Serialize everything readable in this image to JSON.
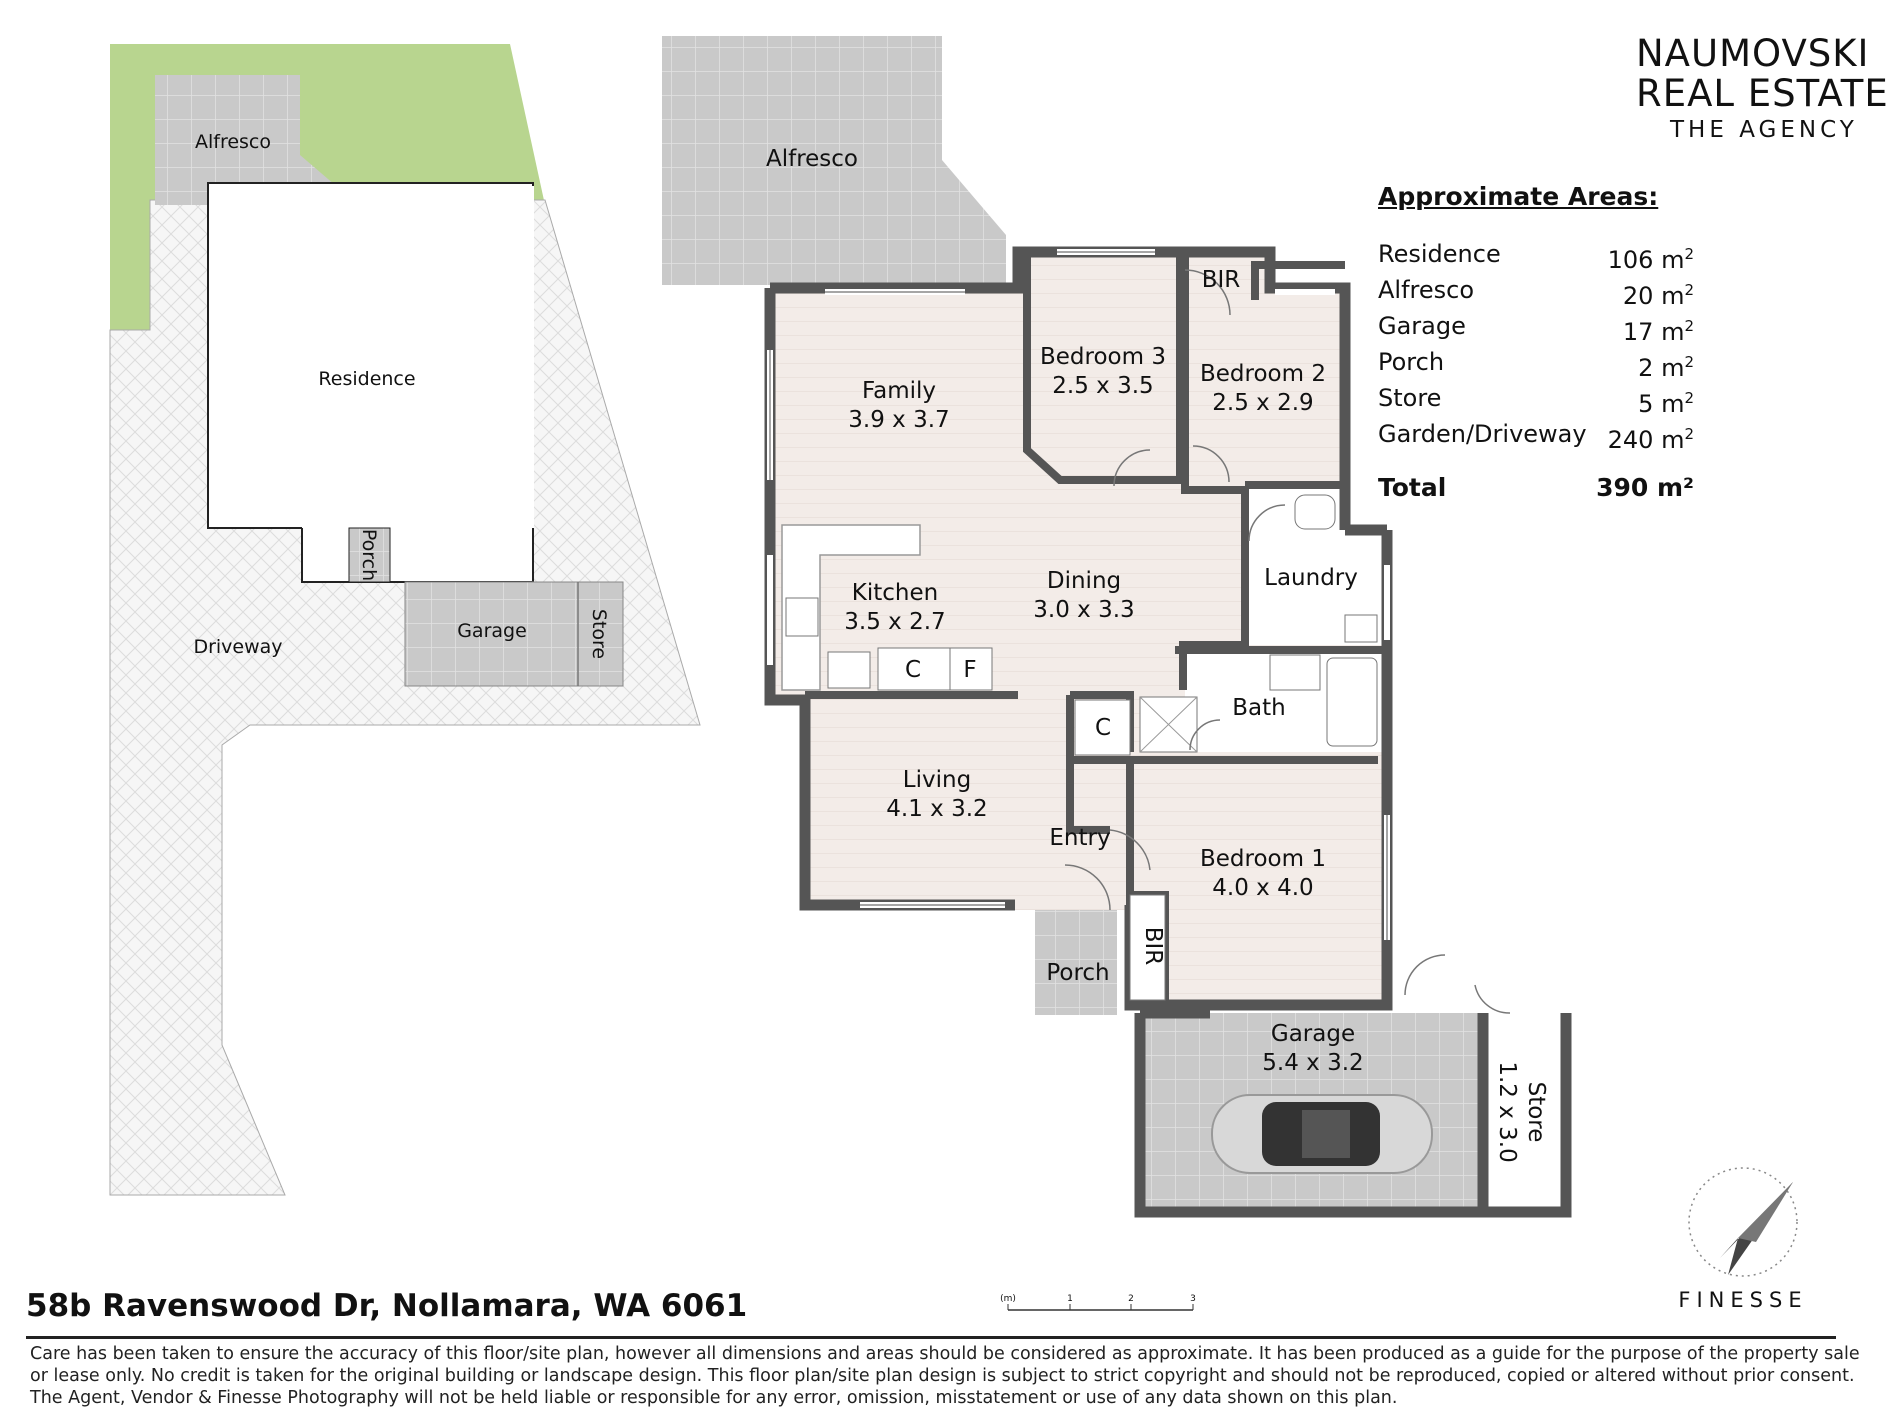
{
  "site_plan": {
    "alfresco": "Alfresco",
    "residence": "Residence",
    "porch": "Porch",
    "garage": "Garage",
    "store": "Store",
    "driveway": "Driveway"
  },
  "floor_plan": {
    "alfresco": "Alfresco",
    "family": {
      "name": "Family",
      "dim": "3.9 x 3.7"
    },
    "bedroom3": {
      "name": "Bedroom 3",
      "dim": "2.5 x 3.5"
    },
    "bir_top": "BIR",
    "bedroom2": {
      "name": "Bedroom 2",
      "dim": "2.5 x 2.9"
    },
    "kitchen": {
      "name": "Kitchen",
      "dim": "3.5 x 2.7"
    },
    "dining": {
      "name": "Dining",
      "dim": "3.0 x 3.3"
    },
    "laundry": "Laundry",
    "pantry_c": "C",
    "fridge_f": "F",
    "cupboard_c": "C",
    "bath": "Bath",
    "living": {
      "name": "Living",
      "dim": "4.1 x 3.2"
    },
    "entry": "Entry",
    "bedroom1": {
      "name": "Bedroom 1",
      "dim": "4.0 x 4.0"
    },
    "bir_bottom": "BIR",
    "porch": "Porch",
    "garage": {
      "name": "Garage",
      "dim": "5.4 x 3.2"
    },
    "store": {
      "name": "Store",
      "dim": "1.2 x 3.0"
    }
  },
  "areas": {
    "title": "Approximate Areas:",
    "rows": [
      {
        "label": "Residence",
        "value": "106 m",
        "unit_sup": "2"
      },
      {
        "label": "Alfresco",
        "value": "20 m",
        "unit_sup": "2"
      },
      {
        "label": "Garage",
        "value": "17 m",
        "unit_sup": "2"
      },
      {
        "label": "Porch",
        "value": "2 m",
        "unit_sup": "2"
      },
      {
        "label": "Store",
        "value": "5 m",
        "unit_sup": "2"
      },
      {
        "label": "Garden/Driveway",
        "value": "240 m",
        "unit_sup": "2"
      }
    ],
    "total_label": "Total",
    "total_value": "390 m²"
  },
  "brand": {
    "line1": "NAUMOVSKI",
    "line2": "REAL ESTATE",
    "line3": "THE AGENCY"
  },
  "scale": {
    "unit": "(m)",
    "ticks": [
      "1",
      "2",
      "3"
    ]
  },
  "address": "58b Ravenswood Dr, Nollamara, WA 6061",
  "disclaimer": "Care has been taken to ensure the accuracy of this floor/site plan, however all dimensions and areas should be considered as approximate. It has been produced as a guide for the purpose of the property sale or lease only. No credit is taken for the original building or landscape design. This floor plan/site plan design is subject to strict copyright and should not be reproduced, copied or altered without prior consent. The Agent, Vendor & Finesse Photography will not be held liable or responsible for any error, omission, misstatement or use of any data shown on this plan.",
  "finesse_logo": "FINESSE",
  "colors": {
    "floor": "#f2ebe7",
    "wall": "#555555",
    "tile": "#c8c8c8",
    "lawn": "#b7d38f",
    "paving": "#f4f4f4"
  }
}
